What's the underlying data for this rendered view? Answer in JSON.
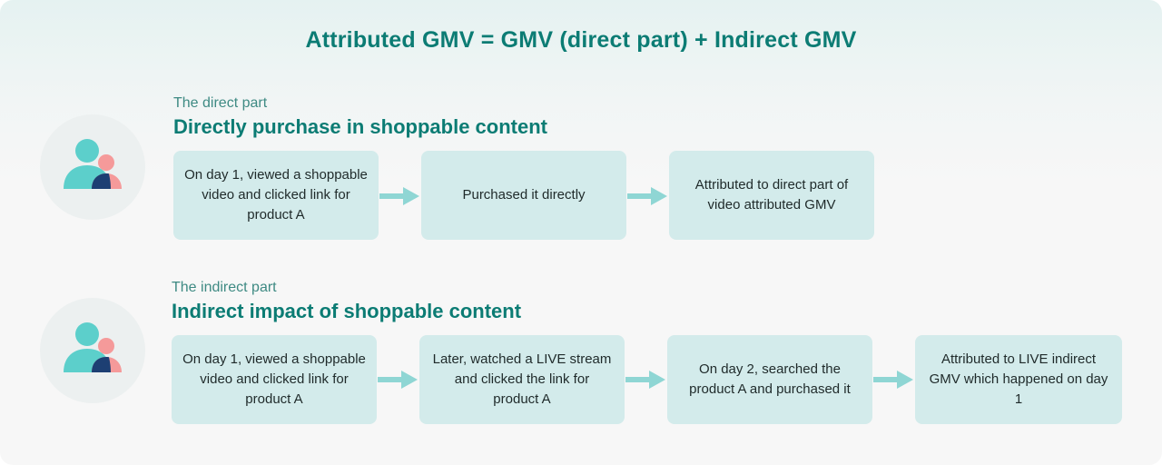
{
  "title": "Attributed GMV = GMV (direct part) + Indirect GMV",
  "direct": {
    "subtitle": "The direct part",
    "heading": "Directly purchase in shoppable content",
    "steps": [
      "On day 1, viewed a shoppable video and clicked link for product A",
      "Purchased it directly",
      "Attributed to direct part of video attributed GMV"
    ]
  },
  "indirect": {
    "subtitle": "The indirect part",
    "heading": "Indirect impact of shoppable content",
    "steps": [
      "On day 1, viewed a shoppable video and clicked link for product A",
      "Later, watched a LIVE stream and clicked the link for product A",
      "On day 2, searched the product A and purchased it",
      "Attributed to LIVE indirect GMV which happened on day 1"
    ]
  },
  "colors": {
    "accent": "#0c7c74",
    "box": "#d3ebeb",
    "arrow": "#8fd6d4",
    "person_teal": "#5ccfcb",
    "person_pink": "#f59a9a",
    "person_navy": "#1d3f73"
  },
  "icons": {
    "person": "users-icon",
    "arrow": "arrow-right-icon"
  }
}
